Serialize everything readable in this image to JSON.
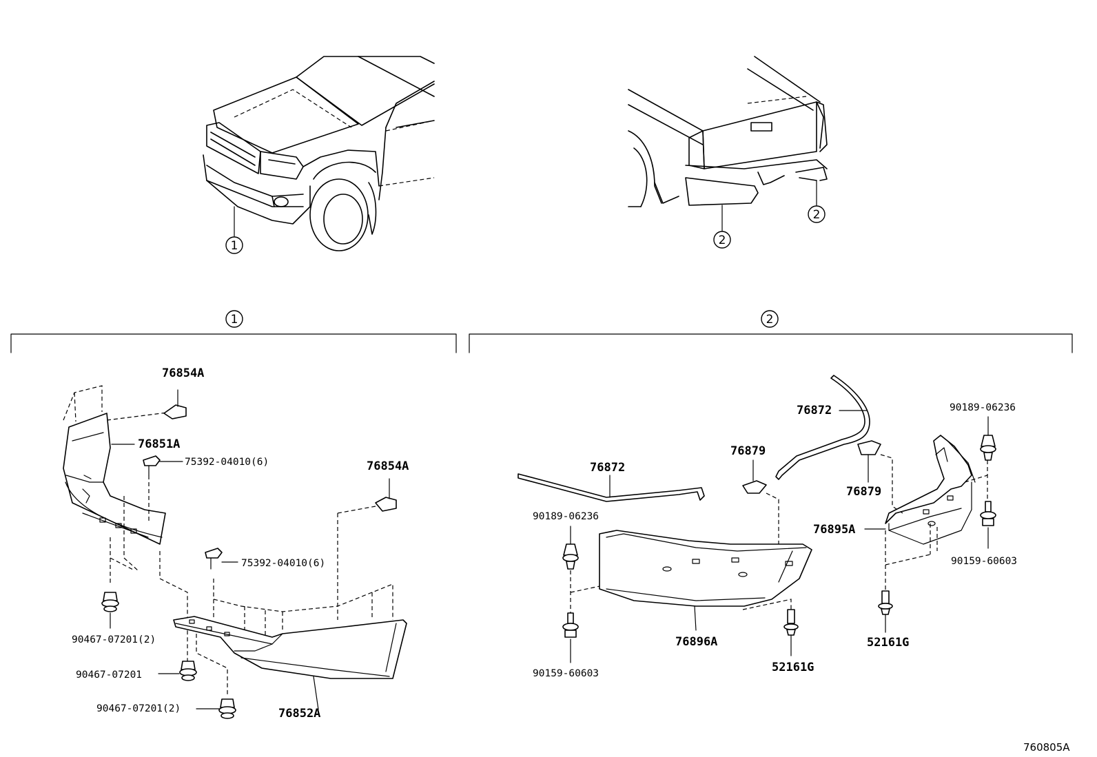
{
  "diagram_id": "760805A",
  "callouts": {
    "front": "1",
    "rear": "2"
  },
  "sections": {
    "front_number": "1",
    "rear_number": "2"
  },
  "labels": {
    "p76854A_top": "76854A",
    "p76851A": "76851A",
    "p75392_a": "75392-04010(6)",
    "p76854A_right": "76854A",
    "p75392_b": "75392-04010(6)",
    "p90467_a": "90467-07201(2)",
    "p90467_b": "90467-07201",
    "p90467_c": "90467-07201(2)",
    "p76852A": "76852A",
    "p76872_left": "76872",
    "p76872_top": "76872",
    "p76879_mid": "76879",
    "p76879_right": "76879",
    "p90189_left": "90189-06236",
    "p90189_right": "90189-06236",
    "p90159_left": "90159-60603",
    "p90159_right": "90159-60603",
    "p76895A": "76895A",
    "p76896A": "76896A",
    "p52161G_mid": "52161G",
    "p52161G_right": "52161G"
  }
}
